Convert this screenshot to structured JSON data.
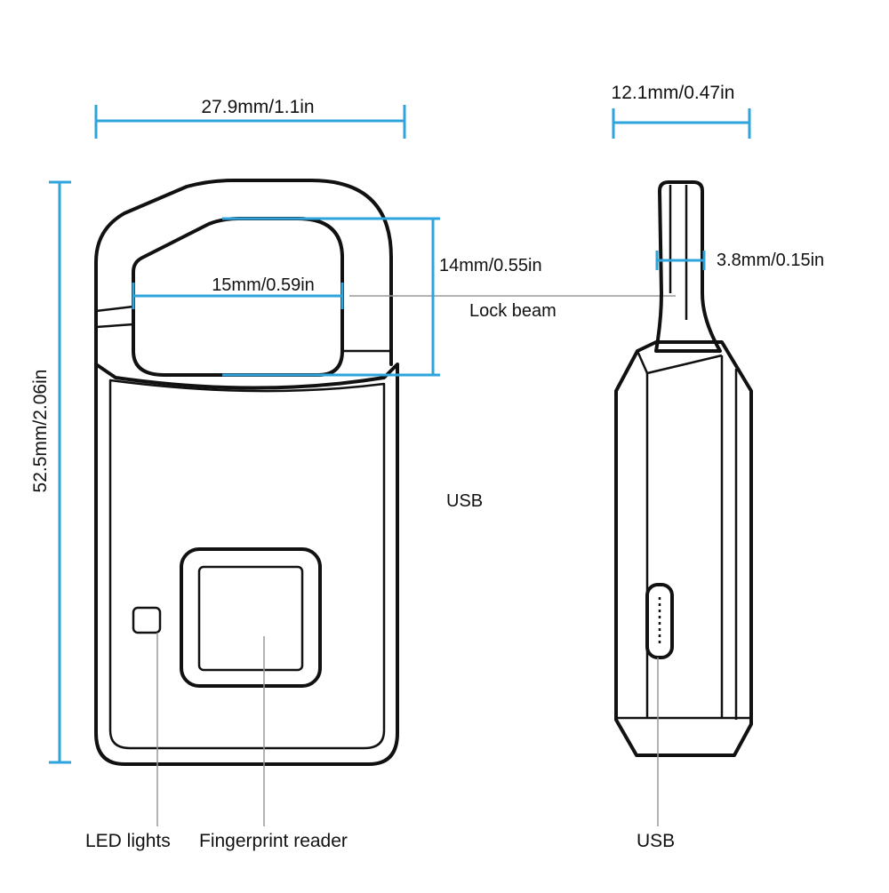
{
  "colors": {
    "dimension": "#2ea3dc",
    "outline": "#111111",
    "leader": "#999999",
    "background": "#ffffff"
  },
  "dimensions": {
    "front_width": "27.9mm/1.1in",
    "front_height": "52.5mm/2.06in",
    "shackle_inner_width": "15mm/0.59in",
    "shackle_inner_height": "14mm/0.55in",
    "side_depth": "12.1mm/0.47in",
    "shackle_thickness": "3.8mm/0.15in"
  },
  "labels": {
    "lock_beam": "Lock beam",
    "usb_middle": "USB",
    "led_lights": "LED lights",
    "fingerprint_reader": "Fingerprint reader",
    "usb_bottom": "USB"
  }
}
